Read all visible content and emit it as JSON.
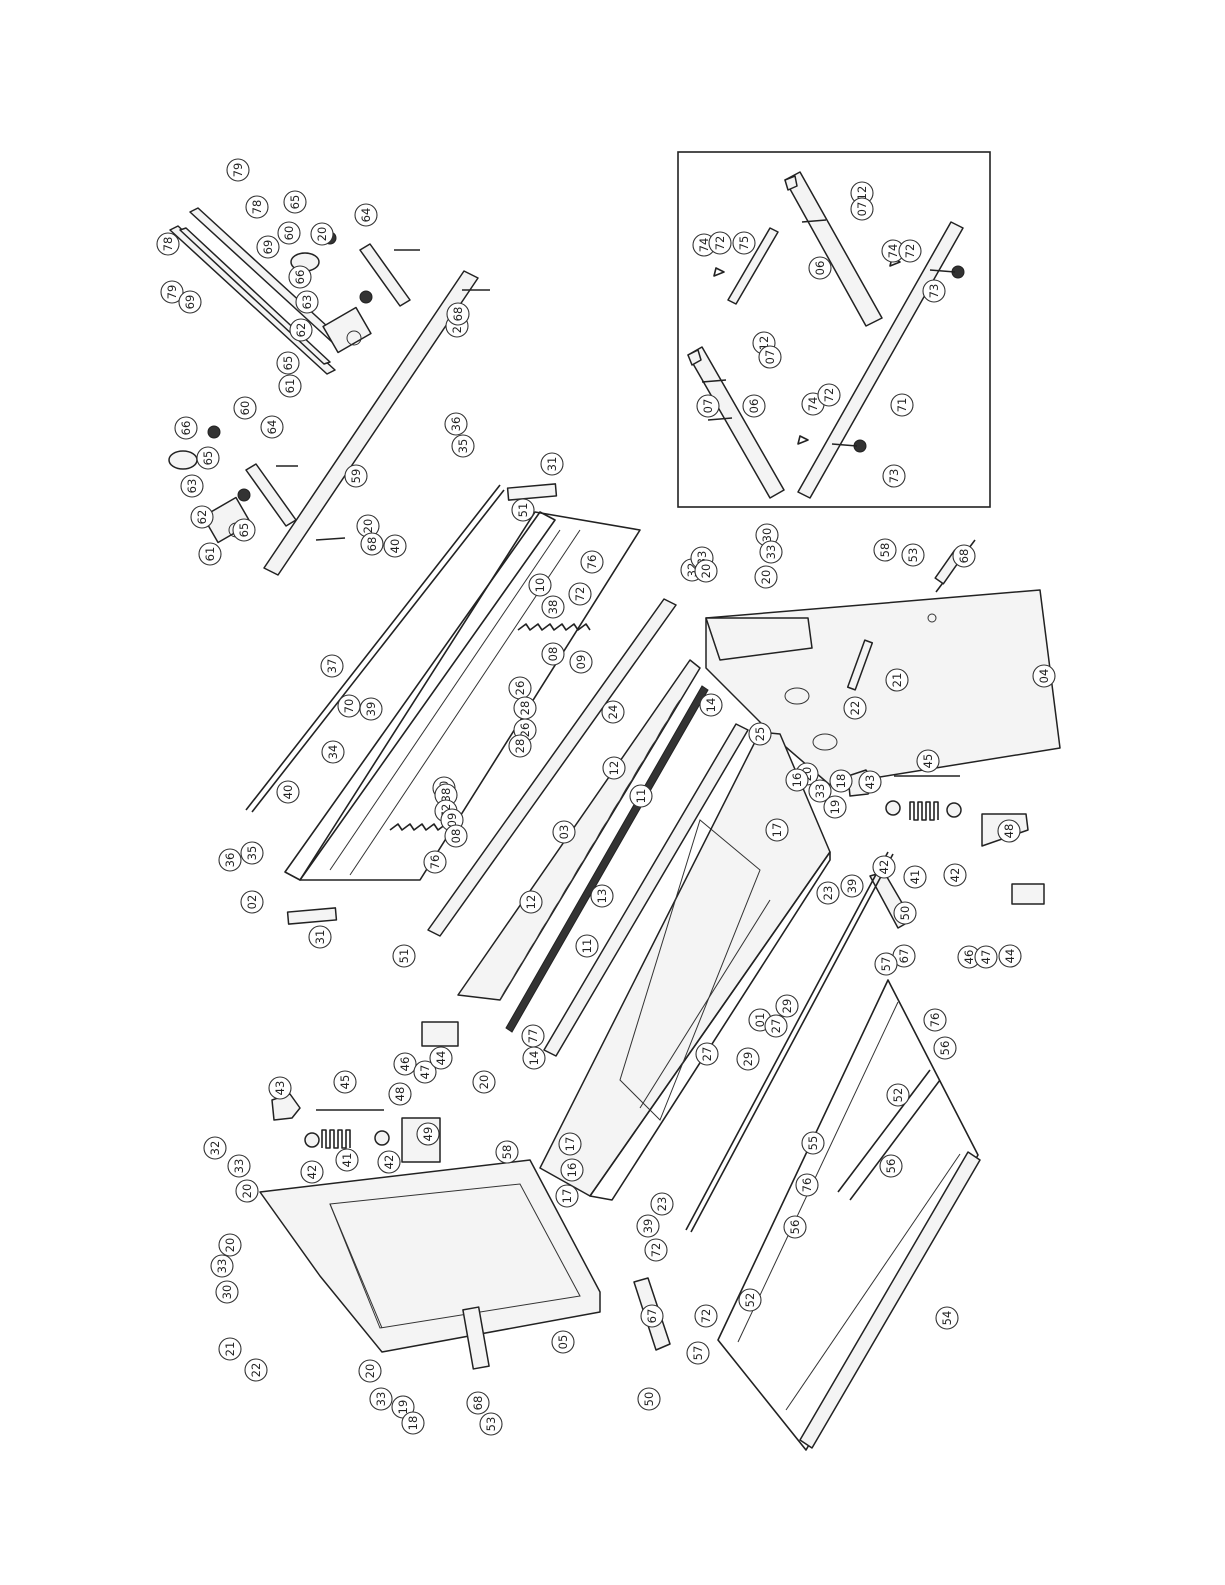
{
  "diagram": {
    "labels": [
      {
        "text": "79"
      },
      {
        "text": "78"
      },
      {
        "text": "69"
      },
      {
        "text": "79"
      },
      {
        "text": "78"
      },
      {
        "text": "69"
      },
      {
        "text": "65"
      },
      {
        "text": "60"
      },
      {
        "text": "20"
      },
      {
        "text": "64"
      },
      {
        "text": "66"
      },
      {
        "text": "63"
      },
      {
        "text": "62"
      },
      {
        "text": "65"
      },
      {
        "text": "61"
      },
      {
        "text": "20"
      },
      {
        "text": "68"
      },
      {
        "text": "66"
      },
      {
        "text": "65"
      },
      {
        "text": "60"
      },
      {
        "text": "64"
      },
      {
        "text": "63"
      },
      {
        "text": "62"
      },
      {
        "text": "65"
      },
      {
        "text": "61"
      },
      {
        "text": "59"
      },
      {
        "text": "20"
      },
      {
        "text": "68"
      },
      {
        "text": "40"
      },
      {
        "text": "36"
      },
      {
        "text": "35"
      },
      {
        "text": "31"
      },
      {
        "text": "51"
      },
      {
        "text": "72"
      },
      {
        "text": "76"
      },
      {
        "text": "10"
      },
      {
        "text": "38"
      },
      {
        "text": "09"
      },
      {
        "text": "08"
      },
      {
        "text": "37"
      },
      {
        "text": "70"
      },
      {
        "text": "39"
      },
      {
        "text": "34"
      },
      {
        "text": "26"
      },
      {
        "text": "28"
      },
      {
        "text": "26"
      },
      {
        "text": "28"
      },
      {
        "text": "24"
      },
      {
        "text": "40"
      },
      {
        "text": "10"
      },
      {
        "text": "38"
      },
      {
        "text": "72"
      },
      {
        "text": "09"
      },
      {
        "text": "08"
      },
      {
        "text": "36"
      },
      {
        "text": "35"
      },
      {
        "text": "02"
      },
      {
        "text": "76"
      },
      {
        "text": "31"
      },
      {
        "text": "51"
      },
      {
        "text": "03"
      },
      {
        "text": "14"
      },
      {
        "text": "12"
      },
      {
        "text": "11"
      },
      {
        "text": "13"
      },
      {
        "text": "25"
      },
      {
        "text": "12"
      },
      {
        "text": "11"
      },
      {
        "text": "77"
      },
      {
        "text": "14"
      },
      {
        "text": "32"
      },
      {
        "text": "33"
      },
      {
        "text": "20"
      },
      {
        "text": "30"
      },
      {
        "text": "33"
      },
      {
        "text": "20"
      },
      {
        "text": "58"
      },
      {
        "text": "53"
      },
      {
        "text": "68"
      },
      {
        "text": "04"
      },
      {
        "text": "21"
      },
      {
        "text": "22"
      },
      {
        "text": "20"
      },
      {
        "text": "33"
      },
      {
        "text": "19"
      },
      {
        "text": "18"
      },
      {
        "text": "43"
      },
      {
        "text": "45"
      },
      {
        "text": "48"
      },
      {
        "text": "16"
      },
      {
        "text": "17"
      },
      {
        "text": "42"
      },
      {
        "text": "41"
      },
      {
        "text": "42"
      },
      {
        "text": "23"
      },
      {
        "text": "39"
      },
      {
        "text": "50"
      },
      {
        "text": "67"
      },
      {
        "text": "57"
      },
      {
        "text": "46"
      },
      {
        "text": "47"
      },
      {
        "text": "44"
      },
      {
        "text": "01"
      },
      {
        "text": "29"
      },
      {
        "text": "27"
      },
      {
        "text": "29"
      },
      {
        "text": "27"
      },
      {
        "text": "76"
      },
      {
        "text": "56"
      },
      {
        "text": "52"
      },
      {
        "text": "55"
      },
      {
        "text": "56"
      },
      {
        "text": "76"
      },
      {
        "text": "56"
      },
      {
        "text": "52"
      },
      {
        "text": "54"
      },
      {
        "text": "46"
      },
      {
        "text": "47"
      },
      {
        "text": "44"
      },
      {
        "text": "43"
      },
      {
        "text": "45"
      },
      {
        "text": "48"
      },
      {
        "text": "49"
      },
      {
        "text": "20"
      },
      {
        "text": "32"
      },
      {
        "text": "33"
      },
      {
        "text": "20"
      },
      {
        "text": "42"
      },
      {
        "text": "41"
      },
      {
        "text": "42"
      },
      {
        "text": "58"
      },
      {
        "text": "20"
      },
      {
        "text": "33"
      },
      {
        "text": "30"
      },
      {
        "text": "21"
      },
      {
        "text": "22"
      },
      {
        "text": "20"
      },
      {
        "text": "33"
      },
      {
        "text": "19"
      },
      {
        "text": "18"
      },
      {
        "text": "68"
      },
      {
        "text": "53"
      },
      {
        "text": "05"
      },
      {
        "text": "17"
      },
      {
        "text": "16"
      },
      {
        "text": "17"
      },
      {
        "text": "23"
      },
      {
        "text": "39"
      },
      {
        "text": "67"
      },
      {
        "text": "72"
      },
      {
        "text": "50"
      },
      {
        "text": "72"
      },
      {
        "text": "57"
      },
      {
        "text": "74"
      },
      {
        "text": "72"
      },
      {
        "text": "75"
      },
      {
        "text": "12"
      },
      {
        "text": "07"
      },
      {
        "text": "74"
      },
      {
        "text": "72"
      },
      {
        "text": "06"
      },
      {
        "text": "73"
      },
      {
        "text": "12"
      },
      {
        "text": "07"
      },
      {
        "text": "07"
      },
      {
        "text": "06"
      },
      {
        "text": "74"
      },
      {
        "text": "72"
      },
      {
        "text": "73"
      },
      {
        "text": "71"
      }
    ]
  }
}
